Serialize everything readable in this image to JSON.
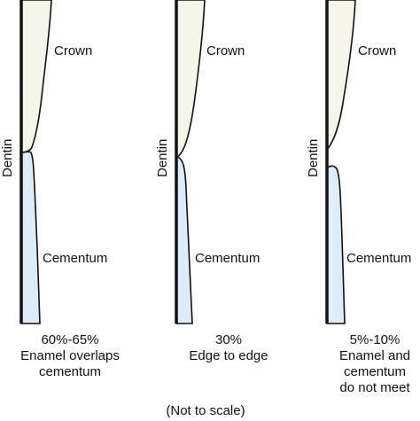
{
  "labels": {
    "dentin": "Dentin",
    "crown": "Crown",
    "cementum": "Cementum"
  },
  "panels": [
    {
      "percent": "60%-65%",
      "caption_lines": [
        "Enamel overlaps",
        "cementum"
      ]
    },
    {
      "percent": "30%",
      "caption_lines": [
        "Edge to edge"
      ]
    },
    {
      "percent": "5%-10%",
      "caption_lines": [
        "Enamel and",
        "cementum",
        "do not meet"
      ]
    }
  ],
  "footnote": "(Not to scale)",
  "colors": {
    "dentin_line": "#111111",
    "enamel_fill": "#f6f5ea",
    "cementum_fill": "#dcecf8",
    "outline": "#111111"
  }
}
